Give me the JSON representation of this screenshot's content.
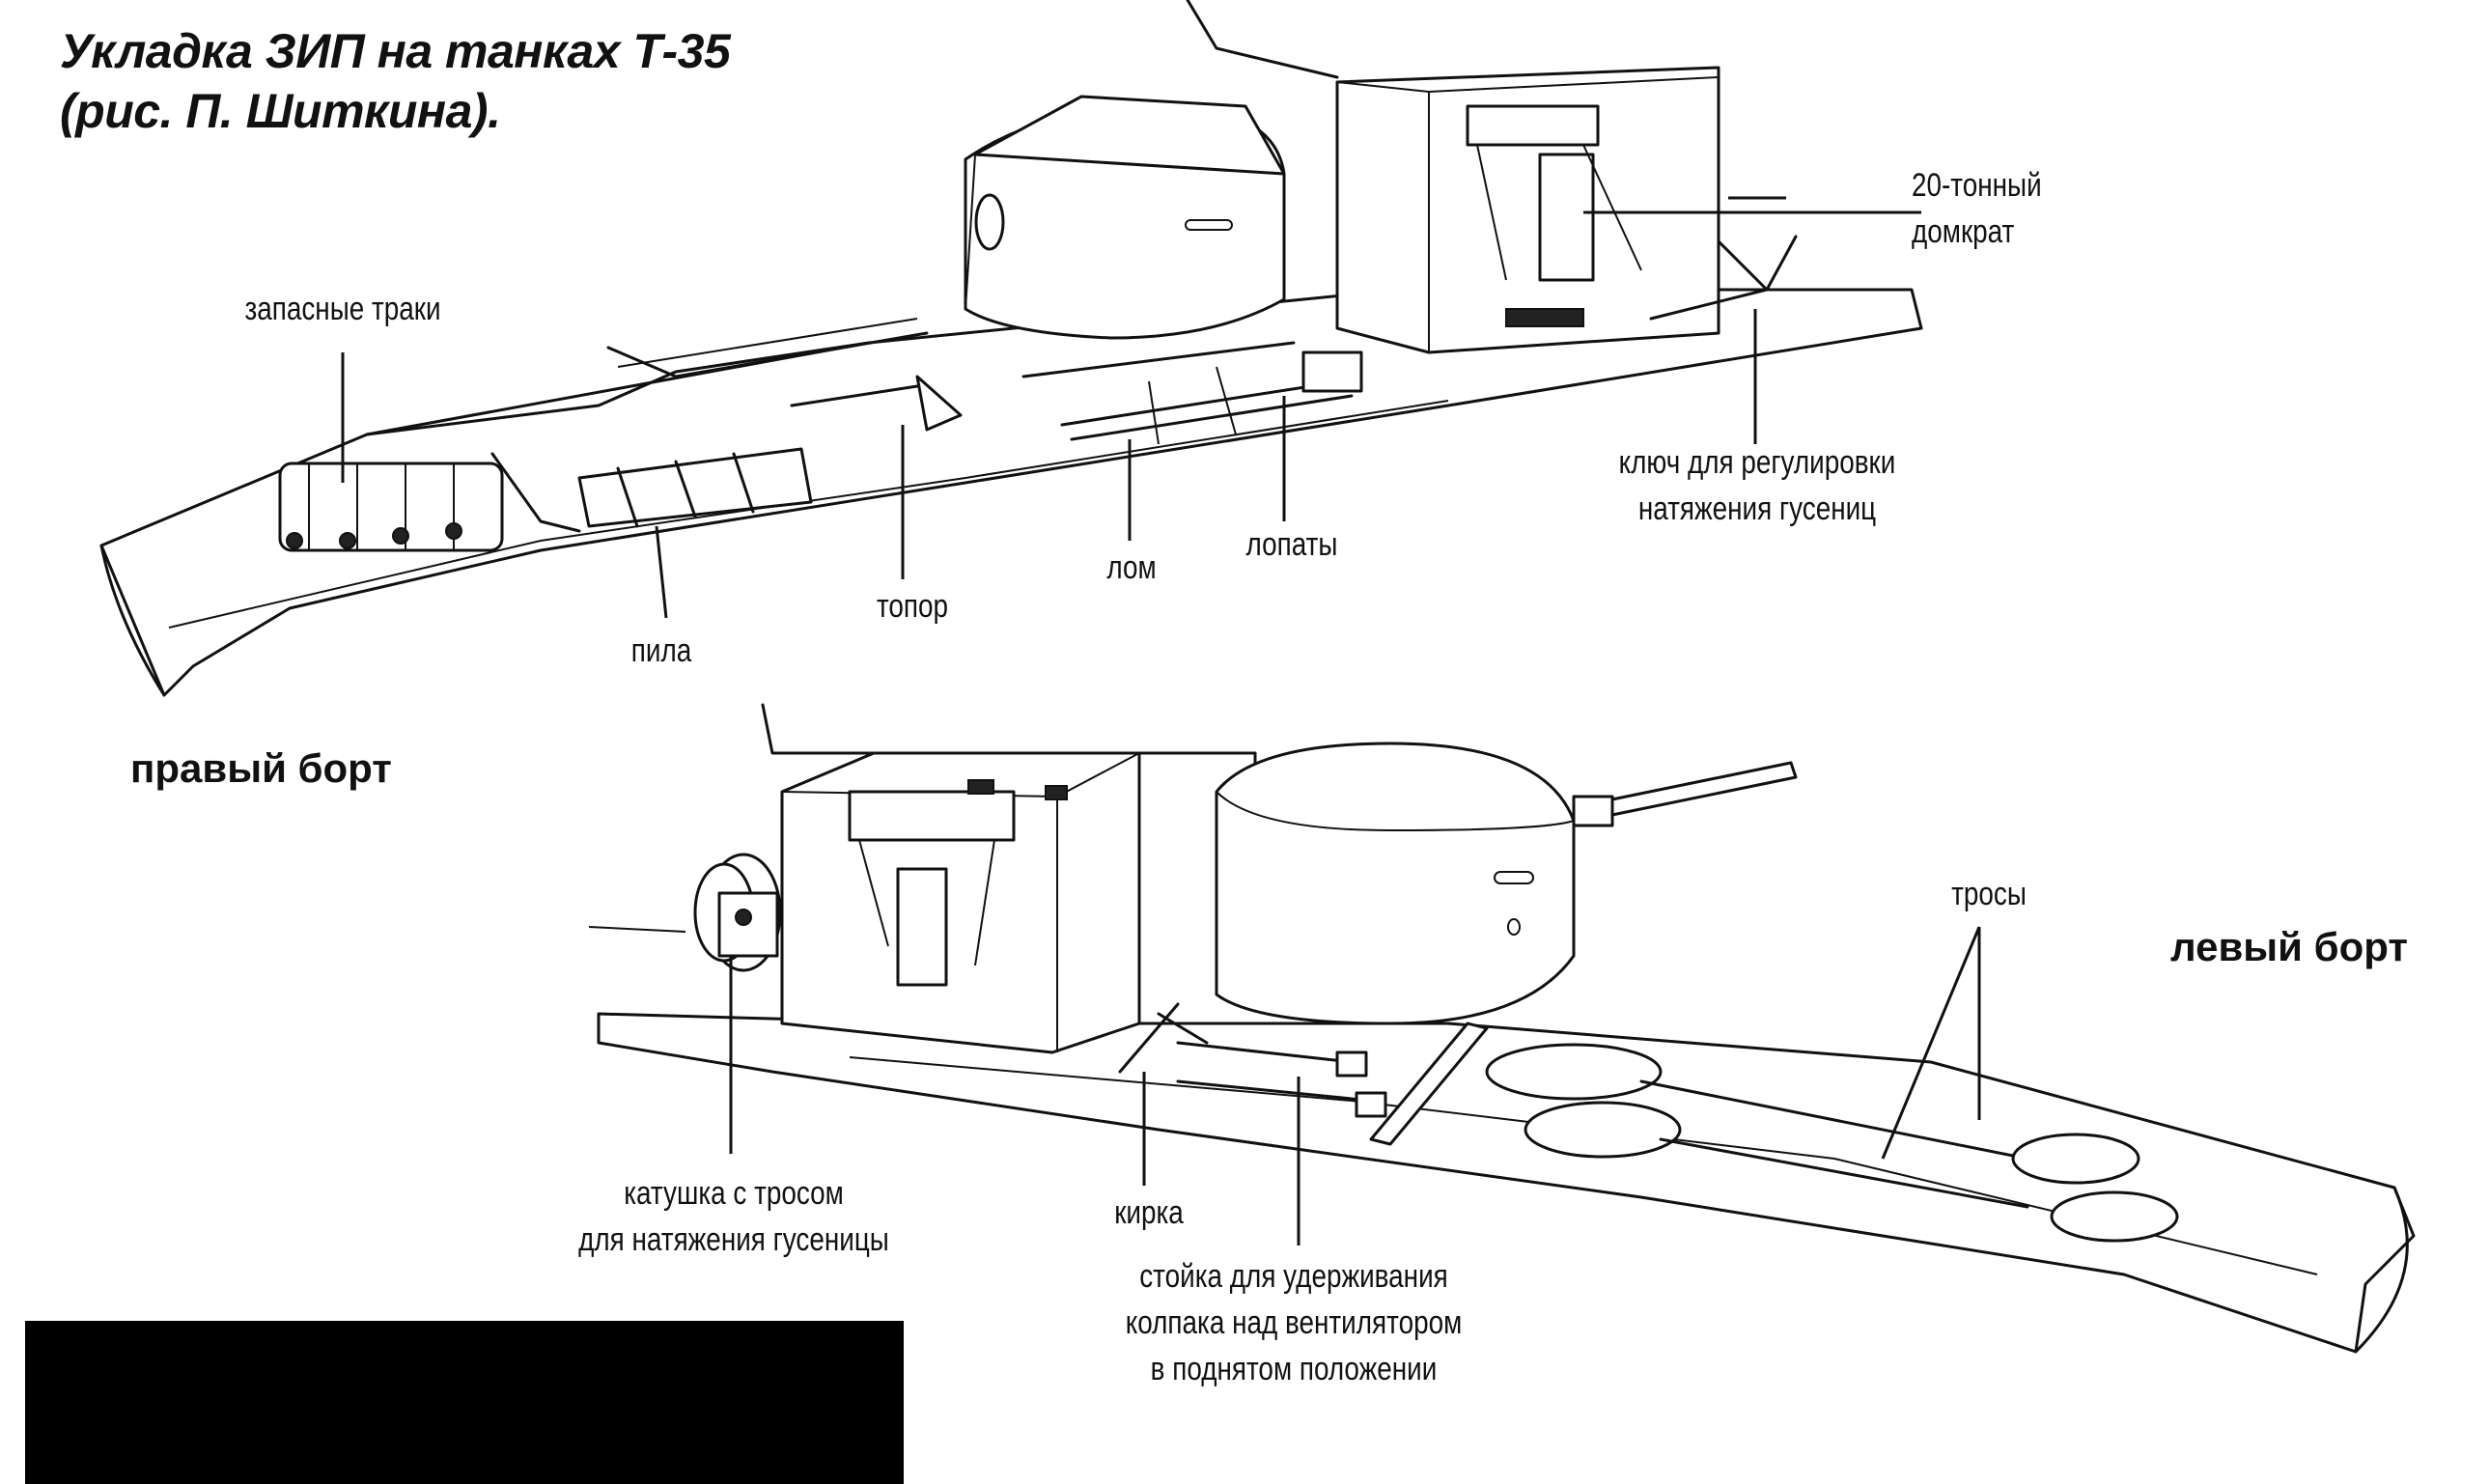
{
  "caption": {
    "line1": "Укладка ЗИП на танках Т-35",
    "line2": "(рис. П. Шиткина)."
  },
  "sides": {
    "right": "правый борт",
    "left": "левый борт"
  },
  "labels": {
    "spare_tracks": "запасные траки",
    "saw": "пила",
    "axe": "топор",
    "crowbar": "лом",
    "shovels": "лопаты",
    "jack_line1": "20-тонный",
    "jack_line2": "домкрат",
    "key_line1": "ключ для регулировки",
    "key_line2": "натяжения гусениц",
    "ropes": "тросы",
    "reel_line1": "катушка с тросом",
    "reel_line2": "для натяжения гусеницы",
    "pickaxe": "кирка",
    "stand_line1": "стойка для удерживания",
    "stand_line2": "колпака над вентилятором",
    "stand_line3": "в поднятом положении"
  }
}
